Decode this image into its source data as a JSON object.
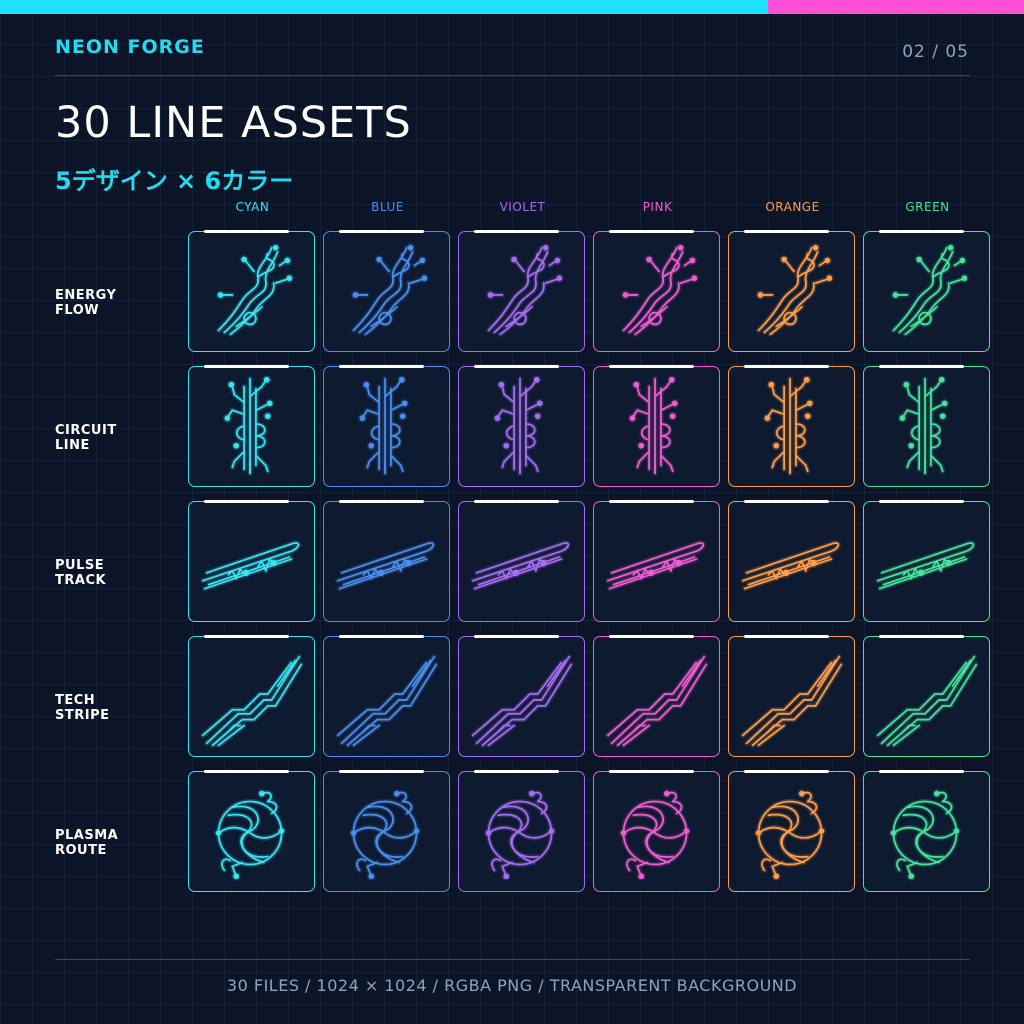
{
  "header": {
    "brand": "NEON FORGE",
    "page_indicator": "02 / 05"
  },
  "hero": {
    "title": "30 LINE ASSETS",
    "subtitle": "5デザイン × 6カラー"
  },
  "colors": {
    "cyan": "#36e4f2",
    "blue": "#4a8ef0",
    "violet": "#a66cf2",
    "pink": "#f25cd2",
    "orange": "#ff9d4a",
    "green": "#45e39c",
    "brand": "#25d9f0",
    "top_bar_left": "#1ee3ff",
    "top_bar_right": "#ff4fd8"
  },
  "columns": [
    {
      "label": "CYAN",
      "color": "#36e4f2"
    },
    {
      "label": "BLUE",
      "color": "#4a8ef0"
    },
    {
      "label": "VIOLET",
      "color": "#a66cf2"
    },
    {
      "label": "PINK",
      "color": "#f25cd2"
    },
    {
      "label": "ORANGE",
      "color": "#ff9d4a"
    },
    {
      "label": "GREEN",
      "color": "#45e39c"
    }
  ],
  "rows": [
    {
      "label": [
        "ENERGY",
        "FLOW"
      ],
      "design": "energy-flow"
    },
    {
      "label": [
        "CIRCUIT",
        "LINE"
      ],
      "design": "circuit-line"
    },
    {
      "label": [
        "PULSE",
        "TRACK"
      ],
      "design": "pulse-track"
    },
    {
      "label": [
        "TECH",
        "STRIPE"
      ],
      "design": "tech-stripe"
    },
    {
      "label": [
        "PLASMA",
        "ROUTE"
      ],
      "design": "plasma-route"
    }
  ],
  "footer": {
    "specs": "30 FILES  /  1024 × 1024  /  RGBA PNG  /  TRANSPARENT BACKGROUND"
  }
}
